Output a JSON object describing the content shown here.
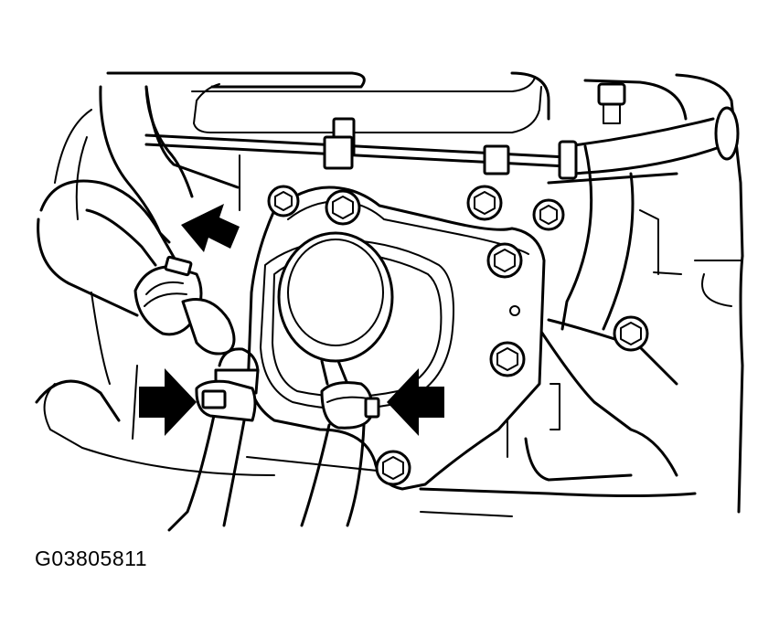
{
  "figure": {
    "id_label": "G03805811"
  },
  "colors": {
    "line": "#000000",
    "background": "#ffffff",
    "arrow": "#000000"
  },
  "callouts": [
    "arrow-upper-hose-clamp",
    "arrow-left-lower-hose-clamp",
    "arrow-right-lower-hose-clamp"
  ]
}
